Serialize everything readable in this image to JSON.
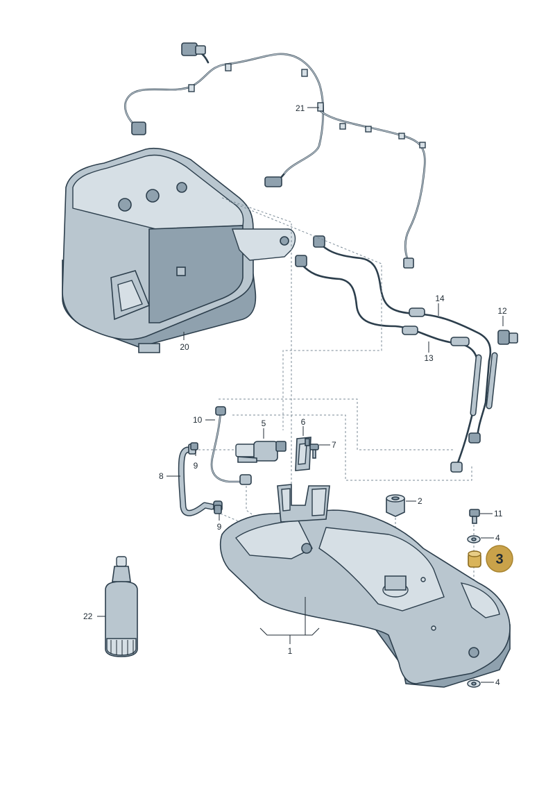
{
  "callouts": [
    {
      "id": "c1",
      "text": "1"
    },
    {
      "id": "c2",
      "text": "2"
    },
    {
      "id": "c3",
      "text": "3"
    },
    {
      "id": "c4a",
      "text": "4"
    },
    {
      "id": "c4b",
      "text": "4"
    },
    {
      "id": "c5",
      "text": "5"
    },
    {
      "id": "c6",
      "text": "6"
    },
    {
      "id": "c7",
      "text": "7"
    },
    {
      "id": "c8",
      "text": "8"
    },
    {
      "id": "c9a",
      "text": "9"
    },
    {
      "id": "c9b",
      "text": "9"
    },
    {
      "id": "c10",
      "text": "10"
    },
    {
      "id": "c11",
      "text": "11"
    },
    {
      "id": "c12",
      "text": "12"
    },
    {
      "id": "c13",
      "text": "13"
    },
    {
      "id": "c14",
      "text": "14"
    },
    {
      "id": "c20",
      "text": "20"
    },
    {
      "id": "c21",
      "text": "21"
    },
    {
      "id": "c22",
      "text": "22"
    }
  ],
  "highlight": {
    "text": "3",
    "color": "#c9a24a"
  },
  "colors": {
    "part_fill": "#b9c6cf",
    "outline": "#2c3e4c",
    "highlight": "#c9a24a"
  }
}
